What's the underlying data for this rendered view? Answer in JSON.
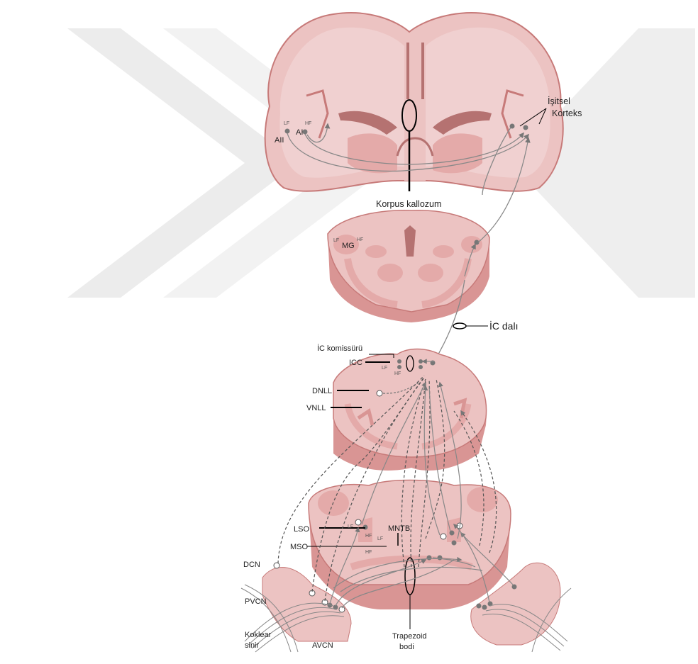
{
  "diagram": {
    "labels": {
      "auditory_cortex_1": "İşitsel",
      "auditory_cortex_2": "Korteks",
      "corpus_callosum": "Korpus kallozum",
      "mg": "MG",
      "ic_branch": "İC dalı",
      "ic_commissure": "İC komissürü",
      "icc": "ICC",
      "dnll": "DNLL",
      "vnll": "VNLL",
      "lso": "LSO",
      "mso": "MSO",
      "mntb": "MNTB",
      "dcn": "DCN",
      "pvcn": "PVCN",
      "avcn": "AVCN",
      "cochlear_nerve_1": "Koklear",
      "cochlear_nerve_2": "sinir",
      "trapezoid_1": "Trapezoid",
      "trapezoid_2": "bodi",
      "ai": "AI",
      "aii": "AII",
      "lf": "LF",
      "hf": "HF"
    },
    "colors": {
      "tissue": "#ecc3c2",
      "tissue_dark": "#d99594",
      "tissue_edge": "#c77a79",
      "tissue_light": "#f4d9d8",
      "pathway": "#7a7a7a",
      "watermark": "#ececec"
    }
  }
}
